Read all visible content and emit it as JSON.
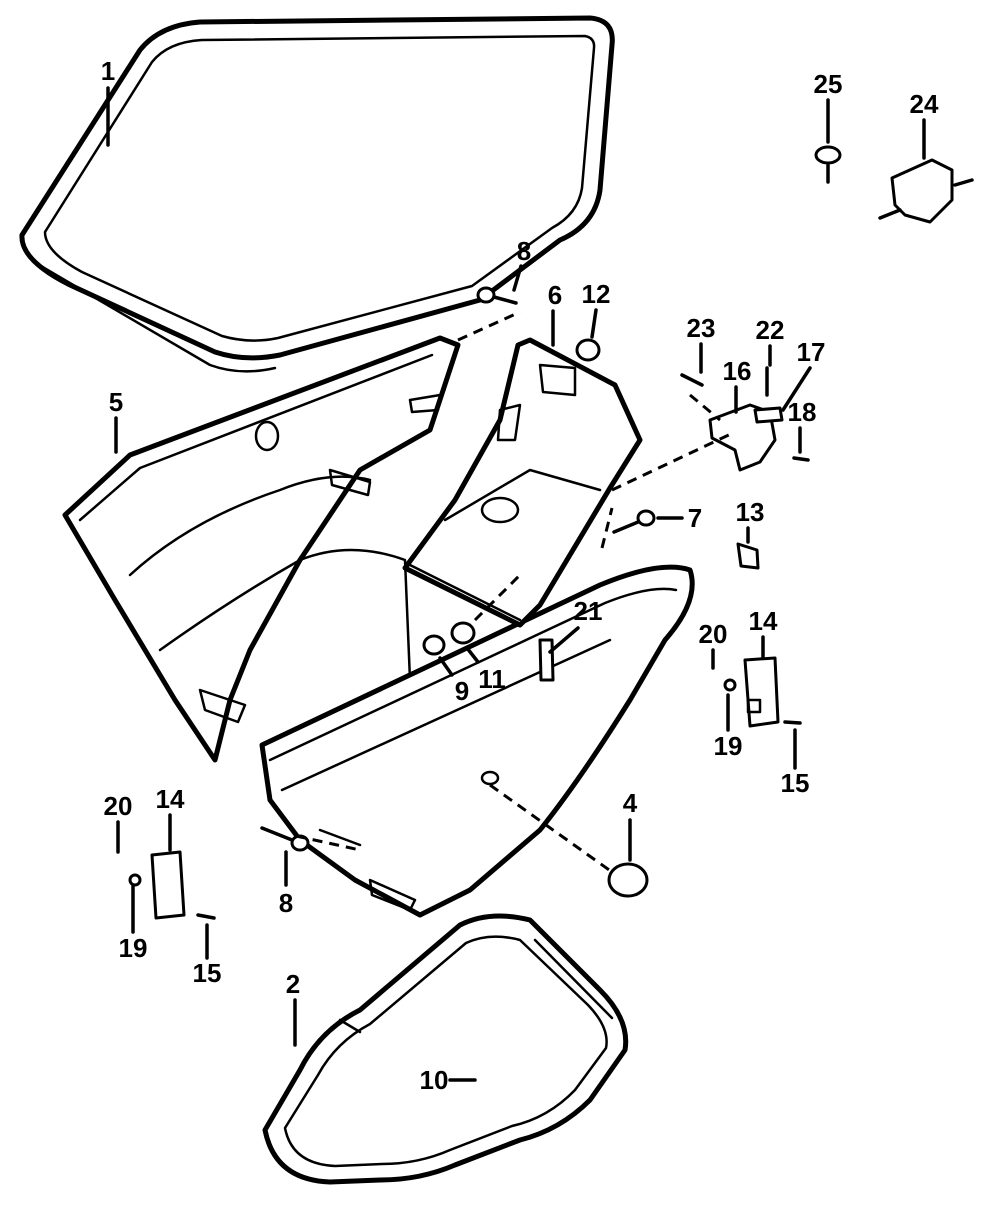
{
  "diagram": {
    "callouts": [
      {
        "id": "c1",
        "text": "1"
      },
      {
        "id": "c2",
        "text": "2"
      },
      {
        "id": "c4",
        "text": "4"
      },
      {
        "id": "c5",
        "text": "5"
      },
      {
        "id": "c6",
        "text": "6"
      },
      {
        "id": "c7",
        "text": "7"
      },
      {
        "id": "c8a",
        "text": "8"
      },
      {
        "id": "c8b",
        "text": "8"
      },
      {
        "id": "c9",
        "text": "9"
      },
      {
        "id": "c10",
        "text": "10"
      },
      {
        "id": "c11",
        "text": "11"
      },
      {
        "id": "c12",
        "text": "12"
      },
      {
        "id": "c13",
        "text": "13"
      },
      {
        "id": "c14a",
        "text": "14"
      },
      {
        "id": "c14b",
        "text": "14"
      },
      {
        "id": "c15a",
        "text": "15"
      },
      {
        "id": "c15b",
        "text": "15"
      },
      {
        "id": "c16",
        "text": "16"
      },
      {
        "id": "c17",
        "text": "17"
      },
      {
        "id": "c18",
        "text": "18"
      },
      {
        "id": "c19a",
        "text": "19"
      },
      {
        "id": "c19b",
        "text": "19"
      },
      {
        "id": "c20a",
        "text": "20"
      },
      {
        "id": "c20b",
        "text": "20"
      },
      {
        "id": "c21",
        "text": "21"
      },
      {
        "id": "c22",
        "text": "22"
      },
      {
        "id": "c23",
        "text": "23"
      },
      {
        "id": "c24",
        "text": "24"
      },
      {
        "id": "c25",
        "text": "25"
      }
    ]
  }
}
